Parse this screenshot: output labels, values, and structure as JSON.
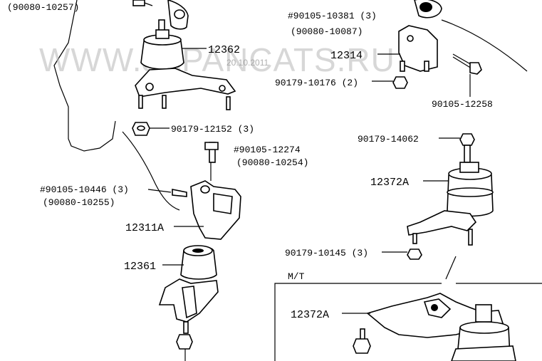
{
  "labels": {
    "l1": "(90080-10257)",
    "l2": "#90105-10381 (3)",
    "l3": "(90080-10087)",
    "l4": "12362",
    "l5": "12314",
    "l6": "90179-10176 (2)",
    "l7": "90105-12258",
    "l8": "90179-12152 (3)",
    "l9": "90179-14062",
    "l10": "#90105-12274",
    "l11": "(90080-10254)",
    "l12": "12372A",
    "l13": "#90105-10446 (3)",
    "l14": "(90080-10255)",
    "l15": "12311A",
    "l16": "90179-10145 (3)",
    "l17": "12361",
    "l18": "M/T",
    "l19": "12372A"
  },
  "watermark": {
    "text": "WWW.JAPANCATS.RU",
    "date": "20.10.2011"
  }
}
